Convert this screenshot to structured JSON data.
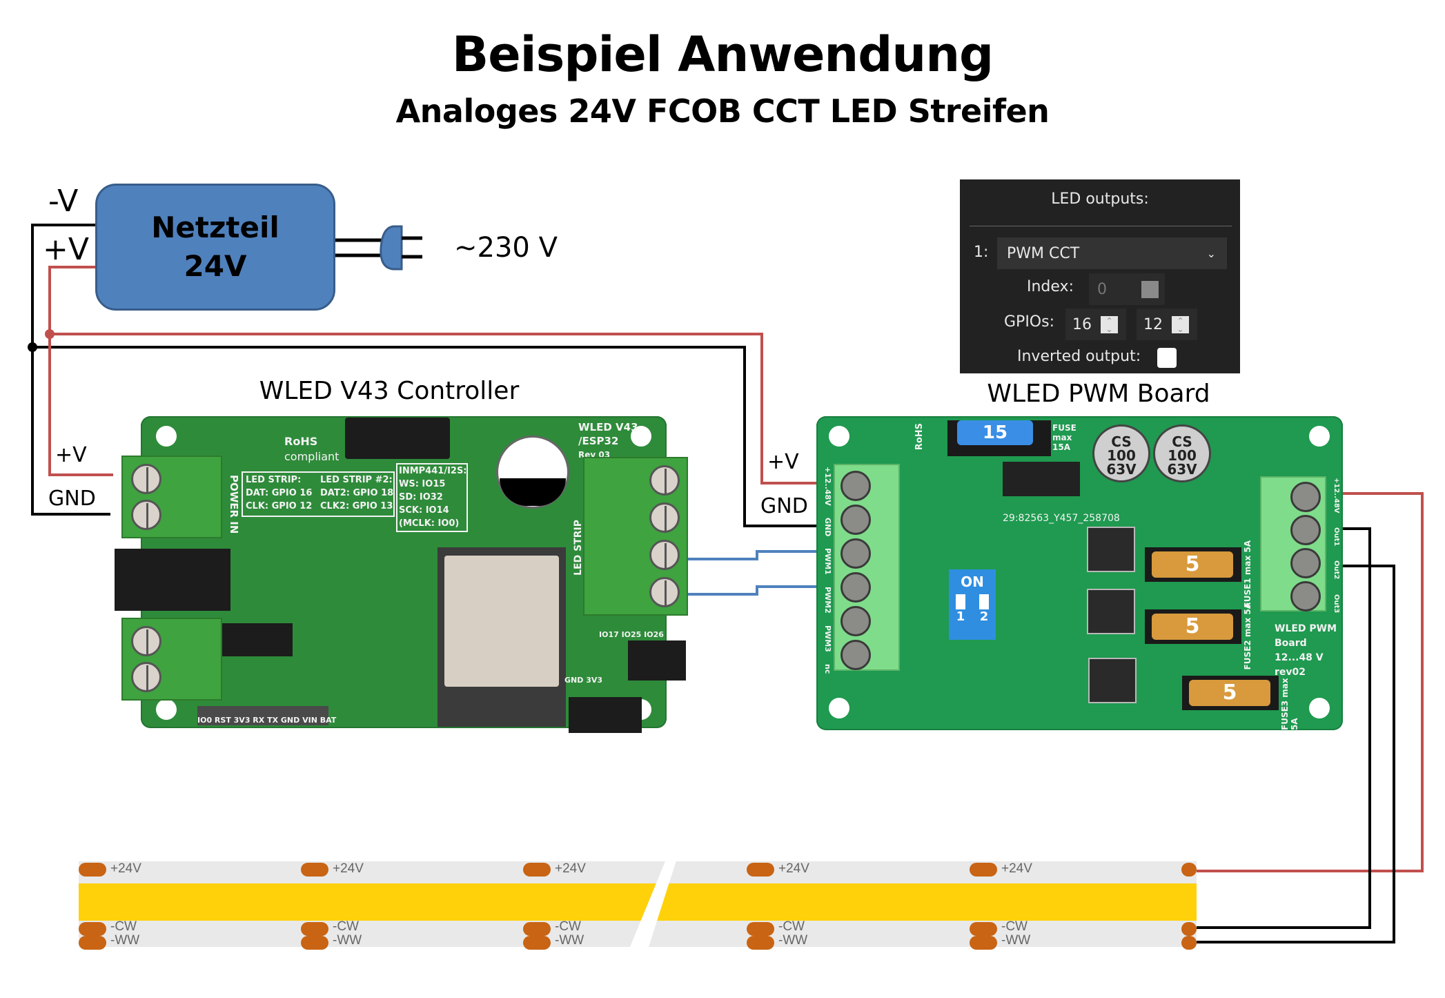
{
  "title": "Beispiel Anwendung",
  "subtitle": "Analoges 24V FCOB CCT LED Streifen",
  "power_supply": {
    "line1": "Netzteil",
    "line2": "24V",
    "minus_label": "-V",
    "plus_label": "+V",
    "mains_label": "~230 V"
  },
  "led_outputs_panel": {
    "header": "LED outputs:",
    "output_number": "1:",
    "type_selected": "PWM CCT",
    "index_label": "Index:",
    "index_value": "0",
    "gpios_label": "GPIOs:",
    "gpio1": "16",
    "gpio2": "12",
    "inverted_label": "Inverted output:",
    "inverted_checked": false
  },
  "controller": {
    "label": "WLED V43 Controller",
    "plus_label": "+V",
    "gnd_label": "GND",
    "silk": {
      "rohs": "RoHS",
      "compliant": "compliant",
      "model": "WLED V43",
      "model2": "/ESP32",
      "rev": "Rev 03",
      "power_in": "POWER IN",
      "led_strip_vert": "LED STRIP",
      "strip1_title": "LED STRIP:",
      "strip1_dat": "DAT: GPIO 16",
      "strip1_clk": "CLK: GPIO 12",
      "strip2_title": "LED STRIP #2:",
      "strip2_dat": "DAT2: GPIO 18",
      "strip2_clk": "CLK2: GPIO 13",
      "i2s_title": "INMP441/I2S:",
      "i2s_ws": "WS: IO15",
      "i2s_sd": "SD: IO32",
      "i2s_sck": "SCK: IO14",
      "i2s_mclk": "(MCLK: IO0)",
      "gpio_header": "IO17 IO25 IO26",
      "gnd_3v3": "GND 3V3",
      "h1_pins": "IO0 RST 3V3 RX TX GND VIN BAT"
    }
  },
  "pwm_board": {
    "label": "WLED PWM Board",
    "plus_label": "+V",
    "gnd_label": "GND",
    "silk": {
      "rohs": "RoHS",
      "main_fuse_value": "15",
      "main_fuse_text": "FUSE max 15A",
      "cap_text": "CS 100 63V",
      "serial": "29:82563_Y457_258708",
      "dip_on": "ON",
      "dip_1": "1",
      "dip_2": "2",
      "fuse1": "FUSE1 max 5A",
      "fuse2": "FUSE2 max 5A",
      "fuse3": "FUSE3 max 5A",
      "fuse_value": "5",
      "input_pins": [
        "+12..48V",
        "GND",
        "PWM1",
        "PWM2",
        "PWM3",
        "nc"
      ],
      "output_pins": [
        "+12..48V",
        "Out1",
        "Out2",
        "Out3"
      ],
      "name1": "WLED PWM",
      "name2": "Board",
      "voltage": "12...48 V",
      "rev": "rev02"
    }
  },
  "led_strip": {
    "plus_label": "+24V",
    "cw_label": "-CW",
    "ww_label": "-WW"
  },
  "colors": {
    "wire_positive": "#c0504d",
    "wire_negative": "#000000",
    "wire_signal": "#4f81bd",
    "psu_fill": "#4f81bd",
    "panel_bg": "#222222",
    "strip_led": "#ffd10a"
  }
}
